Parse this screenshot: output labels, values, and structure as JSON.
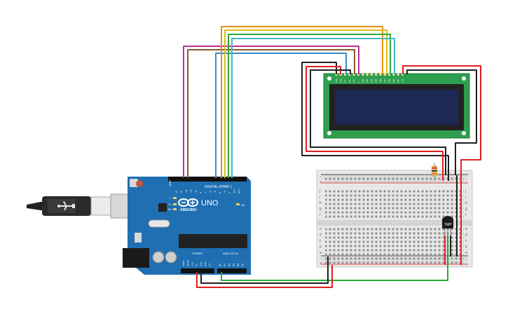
{
  "arduino": {
    "logo_text": "ARDUINO",
    "model": "UNO",
    "digital_label": "DIGITAL (PWM~)",
    "power_label": "POWER",
    "analog_label": "ANALOG IN",
    "aref_label": "AREF",
    "led_l": "L",
    "led_tx": "TX",
    "led_rx": "RX",
    "led_on": "ON",
    "digital_pins": [
      "13",
      "12",
      "~11",
      "~10",
      "~9",
      "8",
      "7",
      "~6",
      "~5",
      "4",
      "~3",
      "2",
      "TX 1",
      "RX 0"
    ],
    "power_pins": [
      "IOREF",
      "RESET",
      "3.3V",
      "5V",
      "GND",
      "GND",
      "Vin"
    ],
    "analog_pins": [
      "A0",
      "A1",
      "A2",
      "A3",
      "A4",
      "A5"
    ]
  },
  "sensor": {
    "label": "TMP"
  },
  "breadboard": {
    "row_letters_top": [
      "j",
      "i",
      "h",
      "g",
      "f"
    ],
    "row_letters_bottom": [
      "e",
      "d",
      "c",
      "b",
      "a"
    ]
  },
  "lcd": {
    "pin_labels": [
      "GND",
      "VCC",
      "V0",
      "RS",
      "RW",
      "E",
      "DB0",
      "DB1",
      "DB2",
      "DB3",
      "DB4",
      "DB5",
      "DB6",
      "DB7",
      "LED",
      "LED"
    ]
  },
  "colors": {
    "board": "#1f6fb2",
    "lcd_pcb": "#2e9e4f",
    "lcd_screen": "#1c2a55",
    "breadboard": "#e8e8e8",
    "wire_red": "#e02020",
    "wire_black": "#202020",
    "wire_orange": "#e8900c",
    "wire_yellow": "#d8c21c",
    "wire_green": "#2aaa3a",
    "wire_teal": "#46b8c8",
    "wire_magenta": "#c02c9c",
    "wire_brown": "#8a5a2a",
    "wire_blue": "#3a8ac8"
  }
}
